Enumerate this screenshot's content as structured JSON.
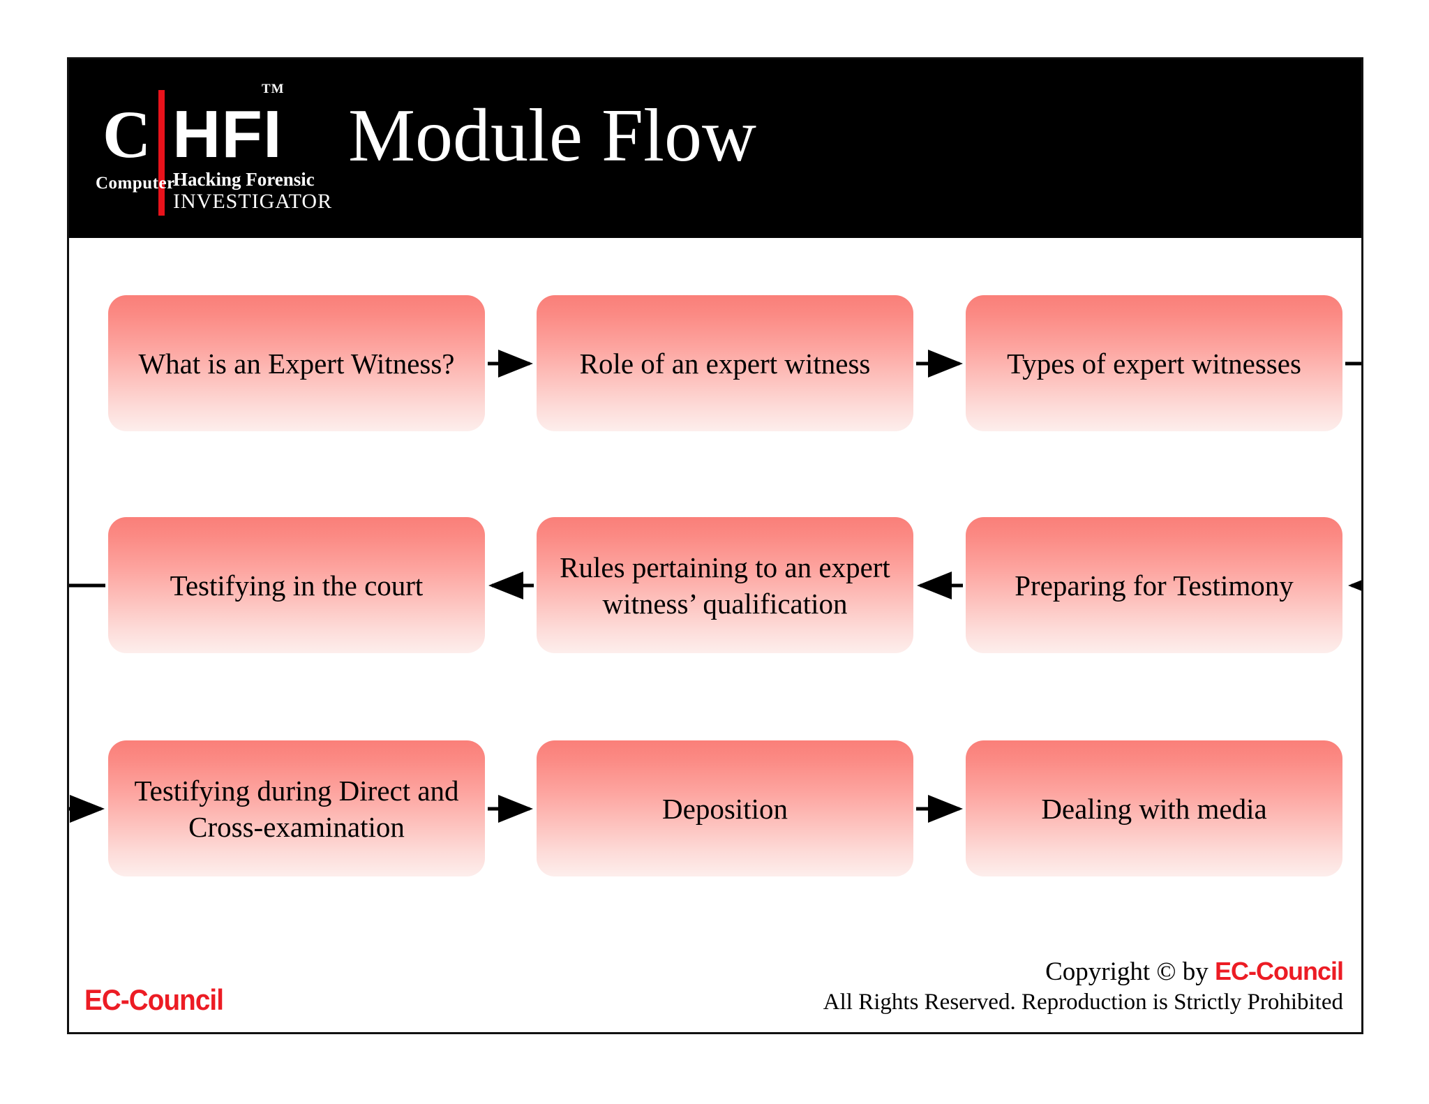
{
  "header": {
    "title": "Module Flow",
    "logo": {
      "letter_c": "C",
      "letters_hfi": "HFI",
      "trademark": "TM",
      "computer": "Computer",
      "sub_line1": "Hacking  Forensic",
      "sub_line2": "INVESTIGATOR"
    },
    "background_color": "#000000",
    "accent_color": "#e8121b"
  },
  "flow": {
    "node_fill_top": "#fa7f79",
    "node_fill_bottom": "#fdeeec",
    "connector_color": "#000000",
    "nodes": [
      {
        "id": "n1",
        "label": "What is an Expert Witness?"
      },
      {
        "id": "n2",
        "label": "Role of an expert witness"
      },
      {
        "id": "n3",
        "label": "Types of expert witnesses"
      },
      {
        "id": "n4",
        "label": "Testifying in the court"
      },
      {
        "id": "n5",
        "label": "Rules pertaining to an expert witness’ qualification"
      },
      {
        "id": "n6",
        "label": "Preparing for Testimony"
      },
      {
        "id": "n7",
        "label": "Testifying during Direct and Cross-examination"
      },
      {
        "id": "n8",
        "label": "Deposition"
      },
      {
        "id": "n9",
        "label": "Dealing with media"
      }
    ],
    "edges": [
      {
        "from": "n1",
        "to": "n2",
        "direction": "right"
      },
      {
        "from": "n2",
        "to": "n3",
        "direction": "right"
      },
      {
        "from": "n3",
        "to": "n6",
        "direction": "wrap-right-down"
      },
      {
        "from": "n6",
        "to": "n5",
        "direction": "left"
      },
      {
        "from": "n5",
        "to": "n4",
        "direction": "left"
      },
      {
        "from": "n4",
        "to": "n7",
        "direction": "wrap-left-down"
      },
      {
        "from": "n7",
        "to": "n8",
        "direction": "right"
      },
      {
        "from": "n8",
        "to": "n9",
        "direction": "right"
      }
    ]
  },
  "footer": {
    "brand": "EC-Council",
    "copyright_line1_prefix": "Copyright © by ",
    "copyright_brand": "EC-Council",
    "copyright_line2": "All Rights Reserved. Reproduction is Strictly Prohibited",
    "brand_color": "#ec1c24"
  }
}
